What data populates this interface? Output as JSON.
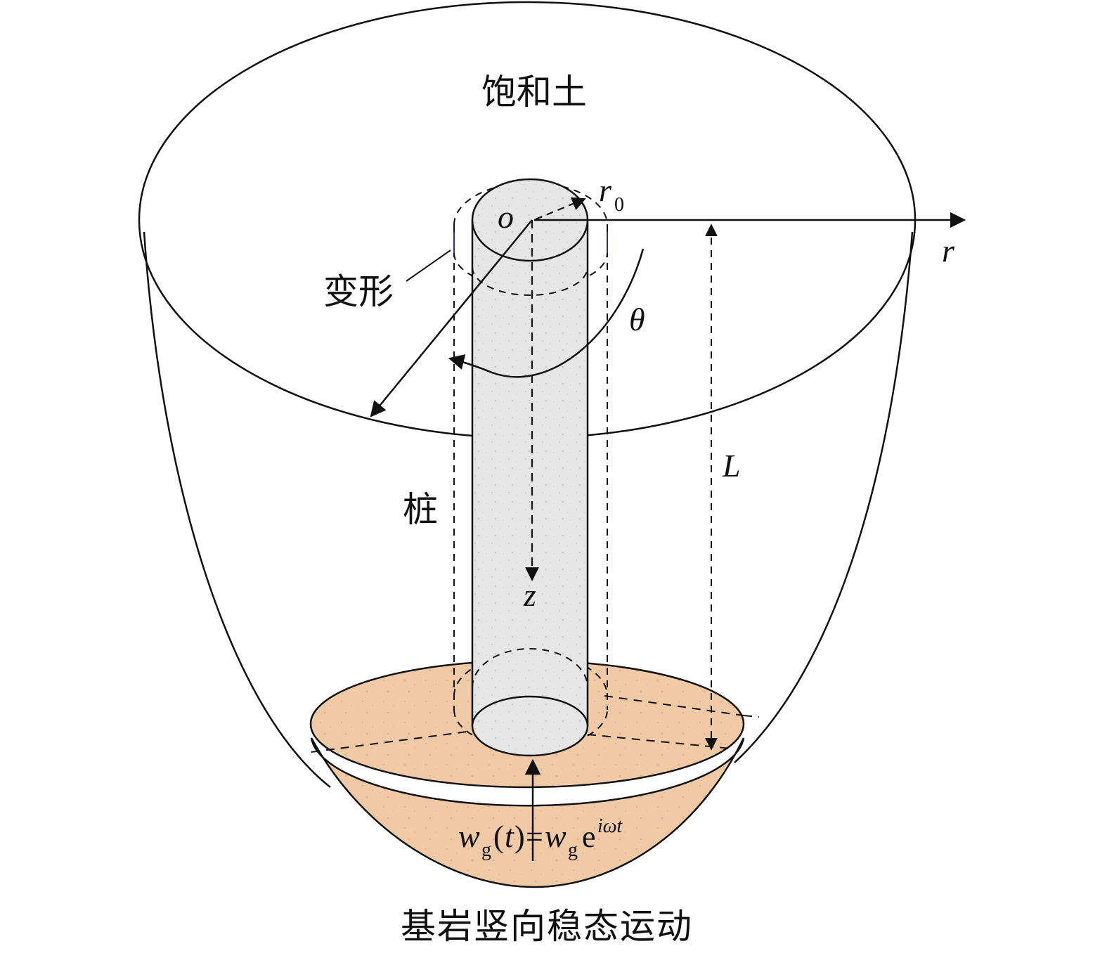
{
  "labels": {
    "soil": "饱和土",
    "deformation": "变形",
    "pile": "桩",
    "caption": "基岩竖向稳态运动"
  },
  "symbols": {
    "origin": "o",
    "radius": "r",
    "radius_subscript": "0",
    "r_axis": "r",
    "theta": "θ",
    "z_axis": "z",
    "length": "L"
  },
  "formula": {
    "lhs_var": "w",
    "lhs_sub": "g",
    "lhs_arg": "t",
    "equals": "=",
    "rhs_var": "w",
    "rhs_sub": "g",
    "rhs_base": "e",
    "rhs_exp": "iωt"
  },
  "colors": {
    "bedrock_fill": "#f0c9a5",
    "pile_fill": "#e6e6e6",
    "stroke": "#111111",
    "deformation_dash": "#2b2bb0"
  }
}
